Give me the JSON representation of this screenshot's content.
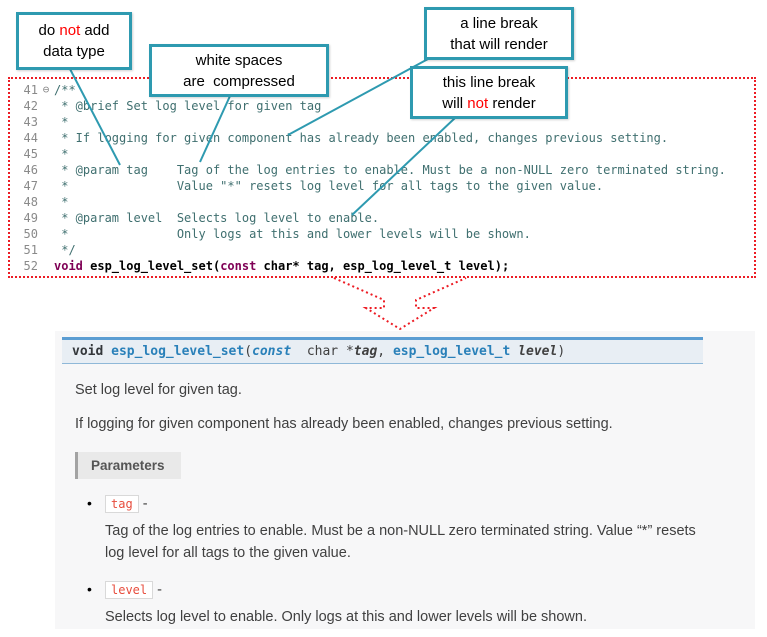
{
  "colors": {
    "callout_border": "#2e9ab0",
    "highlight_red": "#ff0000",
    "dotted_red": "#ed1c24",
    "comment_teal": "#3f6f6f",
    "keyword_purple": "#7f0055",
    "doc_accent_blue": "#5b9dd2",
    "param_badge_red": "#e74c3c",
    "link_teal": "#2980b9"
  },
  "callouts": {
    "c1": {
      "l1_before": "do ",
      "l1_not": "not",
      "l1_after": " add",
      "l2": "data type"
    },
    "c2": {
      "l1": "white spaces",
      "l2": "are  compressed"
    },
    "c3": {
      "l1": "a line break",
      "l2": "that will render"
    },
    "c4": {
      "l1": "this line break",
      "l2_before": "will ",
      "l2_not": "not",
      "l2_after": " render"
    }
  },
  "editor": {
    "lines": [
      {
        "num": "41",
        "fold": "⊖",
        "text": "/**"
      },
      {
        "num": "42",
        "text": " * @brief Set log level for given tag"
      },
      {
        "num": "43",
        "text": " *"
      },
      {
        "num": "44",
        "text": " * If logging for given component has already been enabled, changes previous setting."
      },
      {
        "num": "45",
        "text": " *"
      },
      {
        "num": "46",
        "text": " * @param tag    Tag of the log entries to enable. Must be a non-NULL zero terminated string."
      },
      {
        "num": "47",
        "text": " *               Value \"*\" resets log level for all tags to the given value."
      },
      {
        "num": "48",
        "text": " *"
      },
      {
        "num": "49",
        "text": " * @param level  Selects log level to enable."
      },
      {
        "num": "50",
        "text": " *               Only logs at this and lower levels will be shown."
      },
      {
        "num": "51",
        "text": " */"
      },
      {
        "num": "52"
      }
    ],
    "declaration": {
      "kw1": "void",
      "mid1": " esp_log_level_set(",
      "kw2": "const",
      "mid2": " char* tag, esp_log_level_t level);"
    }
  },
  "doc": {
    "signature": {
      "ret": "void ",
      "name": "esp_log_level_set",
      "open": "(",
      "kw": "const",
      "t1": "  char *",
      "p1": "tag",
      "comma": ", ",
      "t2": "esp_log_level_t",
      "sp": " ",
      "p2": "level",
      "close": ")"
    },
    "brief": "Set log level for given tag.",
    "detail": "If logging for given component has already been enabled, changes previous setting.",
    "params_label": "Parameters",
    "bullet_glyph": "•",
    "params": [
      {
        "name": "tag",
        "dash": " -",
        "desc": "Tag of the log entries to enable. Must be a non-NULL zero terminated string. Value “*” resets log level for all tags to the given value."
      },
      {
        "name": "level",
        "dash": " -",
        "desc": "Selects log level to enable. Only logs at this and lower levels will be shown."
      }
    ]
  }
}
